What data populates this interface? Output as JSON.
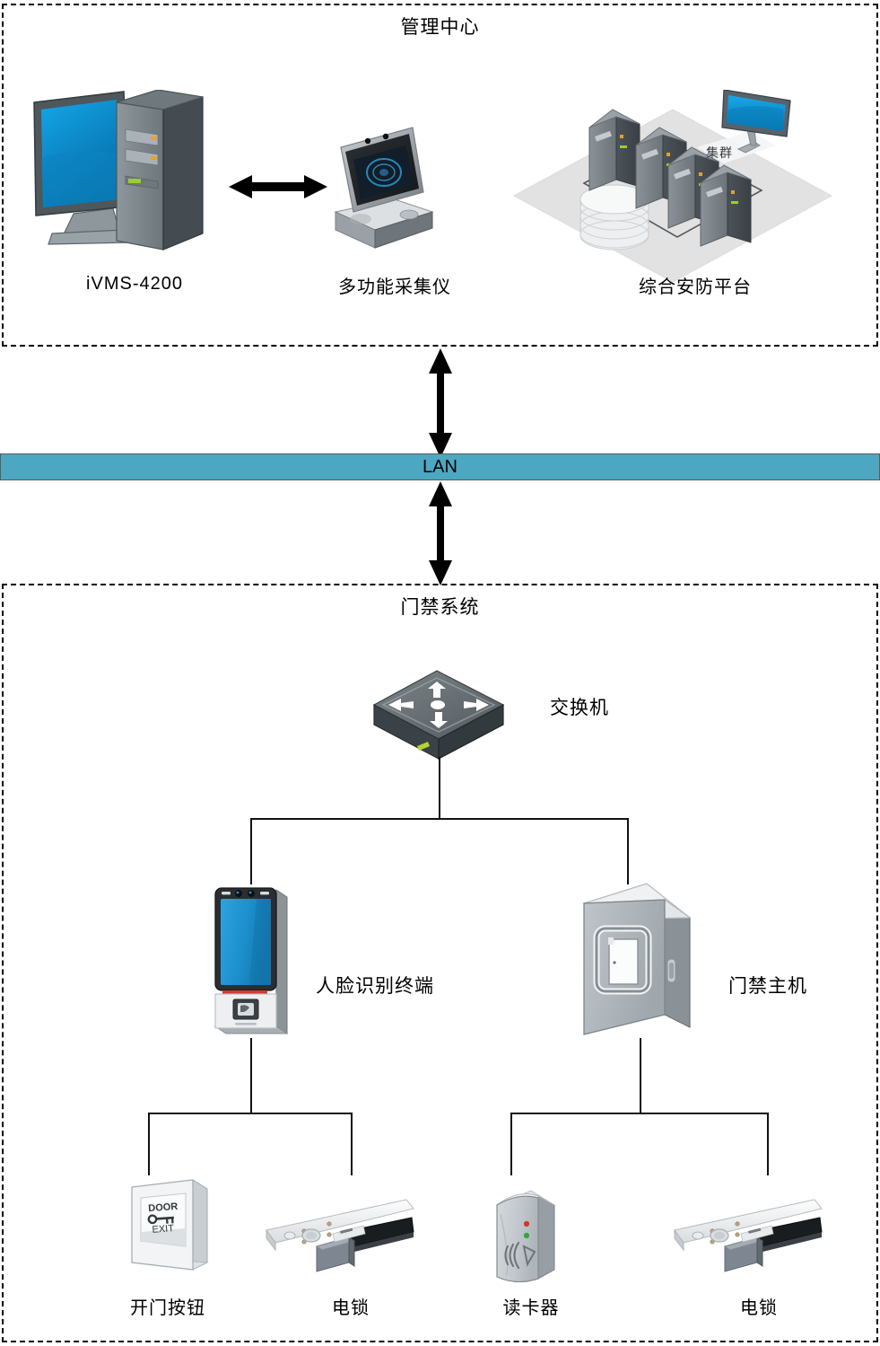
{
  "diagram": {
    "title_top": "管理中心",
    "title_bottom": "门禁系统",
    "network_bar_label": "LAN",
    "colors": {
      "lan_bar": "#4CA8C2",
      "screen_blue": "#1B9AD6",
      "terminal_blue": "#1E8FD0",
      "chassis_dark": "#4A5156",
      "led_green": "#9ACD32",
      "led_red": "#D8342A",
      "border_dashed": "#000000"
    }
  },
  "zones": [
    {
      "id": "management-center",
      "title": "管理中心",
      "devices": [
        {
          "id": "ivms-workstation",
          "label": "iVMS-4200",
          "icon": "desktop-computer-icon"
        },
        {
          "id": "multifunction-collector",
          "label": "多功能采集仪",
          "icon": "tablet-collector-icon"
        },
        {
          "id": "security-platform",
          "label": "综合安防平台",
          "icon": "server-cluster-icon",
          "inner_label": "集群"
        }
      ],
      "links": [
        {
          "from": "ivms-workstation",
          "to": "multifunction-collector",
          "style": "double-arrow"
        }
      ]
    },
    {
      "id": "access-control-system",
      "title": "门禁系统",
      "devices": [
        {
          "id": "network-switch",
          "label": "交换机",
          "icon": "network-switch-icon",
          "label_position": "right"
        },
        {
          "id": "face-recognition-terminal",
          "label": "人脸识别终端",
          "icon": "face-terminal-icon",
          "label_position": "right"
        },
        {
          "id": "access-controller",
          "label": "门禁主机",
          "icon": "control-cabinet-icon",
          "label_position": "right"
        },
        {
          "id": "door-exit-button",
          "label": "开门按钮",
          "icon": "door-exit-button-icon",
          "button_text_top": "DOOR",
          "button_text_bottom": "EXIT"
        },
        {
          "id": "electric-lock-left",
          "label": "电锁",
          "icon": "electric-lock-icon"
        },
        {
          "id": "card-reader",
          "label": "读卡器",
          "icon": "card-reader-icon"
        },
        {
          "id": "electric-lock-right",
          "label": "电锁",
          "icon": "electric-lock-icon"
        }
      ]
    }
  ],
  "connections": {
    "center_to_lan": "double-arrow",
    "lan_to_access": "double-arrow",
    "switch_to_terminal": "line",
    "switch_to_controller": "line",
    "terminal_to_button": "line",
    "terminal_to_lock": "line",
    "controller_to_reader": "line",
    "controller_to_lock": "line"
  }
}
